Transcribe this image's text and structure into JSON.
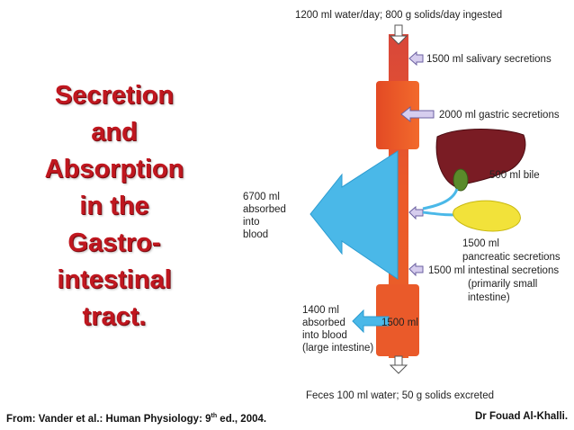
{
  "title": {
    "lines": [
      "Secretion",
      "and",
      "Absorption",
      "in the",
      "Gastro-",
      "intestinal",
      "tract."
    ]
  },
  "source_citation": {
    "prefix": "From: Vander et al.: Human Physiology: 9",
    "sup": "th",
    "suffix": " ed., 2004."
  },
  "author": "Dr Fouad Al-Khalli.",
  "diagram": {
    "intake": "1200 ml water/day; 800 g solids/day ingested",
    "salivary": "1500 ml salivary secretions",
    "gastric": "2000 ml gastric secretions",
    "bile": "500 ml bile",
    "pancreatic": [
      "1500 ml",
      "pancreatic secretions"
    ],
    "intestinal": [
      "1500 ml intestinal secretions",
      "(primarily small",
      "intestine)"
    ],
    "absorbed_small": [
      "6700 ml",
      "absorbed",
      "into",
      "blood"
    ],
    "absorbed_large": [
      "1400 ml",
      "absorbed",
      "into blood",
      "(large intestine)"
    ],
    "colon_volume": "1500 ml",
    "feces": "Feces 100 ml water; 50 g solids excreted"
  },
  "colors": {
    "title": "#c0171f",
    "tract": "#e8522a",
    "stomach": "#ea4a26",
    "absorption": "#4ab8e8",
    "liver": "#7a1c24",
    "pancreas": "#f2e23a",
    "arrow": "#cfc7e8"
  }
}
